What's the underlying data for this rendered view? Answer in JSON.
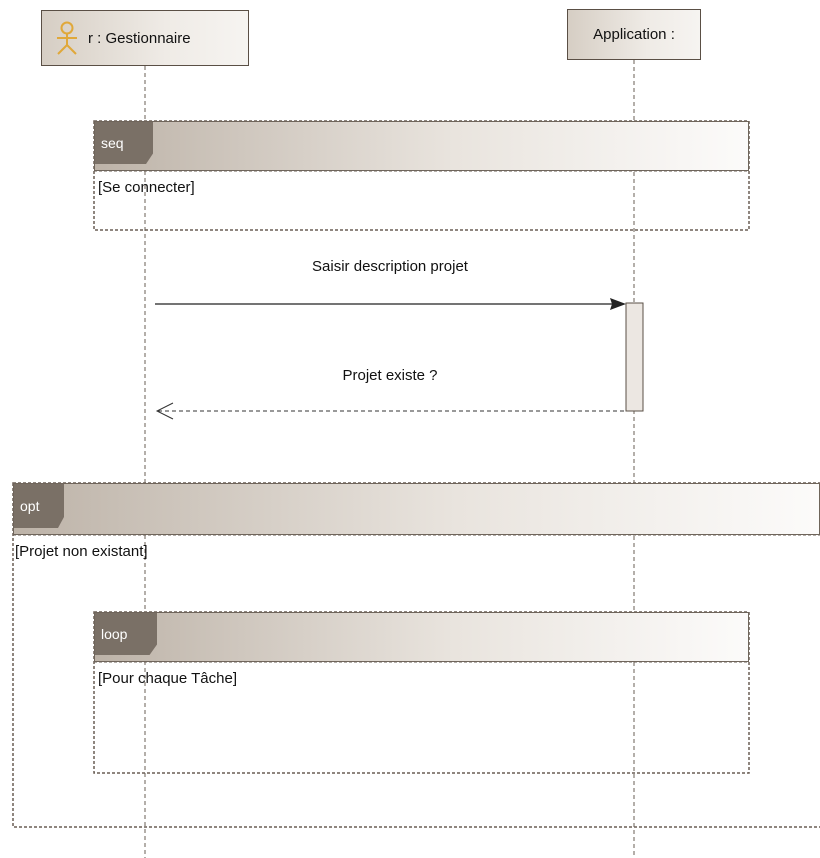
{
  "lifelines": [
    {
      "id": "gestionnaire",
      "label": "r : Gestionnaire",
      "kind": "actor"
    },
    {
      "id": "application",
      "label": "Application :",
      "kind": "object"
    }
  ],
  "fragments": {
    "seq": {
      "operator": "seq",
      "guard": "[Se connecter]"
    },
    "opt": {
      "operator": "opt",
      "guard": "[Projet non existant]"
    },
    "loop": {
      "operator": "loop",
      "guard": "[Pour chaque Tâche]"
    }
  },
  "messages": [
    {
      "label": "Saisir description projet",
      "from": "gestionnaire",
      "to": "application",
      "kind": "synchronous"
    },
    {
      "label": "Projet existe ?",
      "from": "application",
      "to": "gestionnaire",
      "kind": "reply"
    }
  ],
  "colors": {
    "actor_icon": "#e0a83a",
    "tab_fill": "#7a7066",
    "border": "#5a4f45"
  }
}
